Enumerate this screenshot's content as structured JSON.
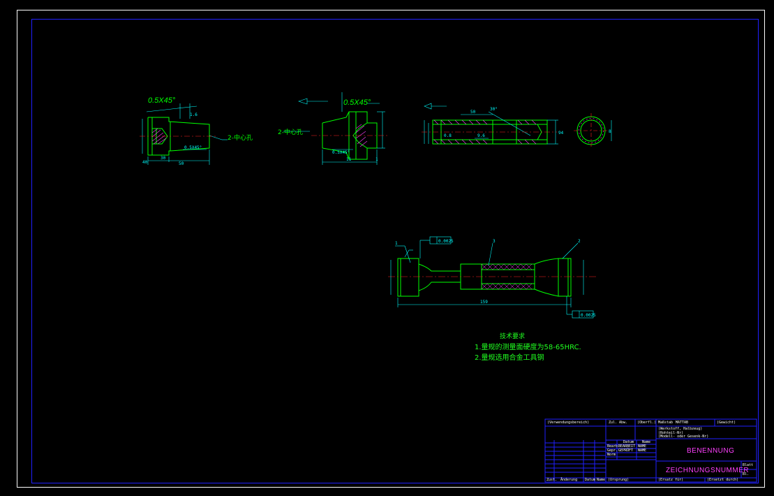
{
  "colors": {
    "background": "#000000",
    "outer_frame": "#ffffff",
    "inner_frame": "#2020ff",
    "geometry": "#00ff00",
    "centerline": "#ff2020",
    "dimension": "#00ffff",
    "hatch": "#ff40ff",
    "titleblock_text": "#ffffff",
    "titleblock_title": "#ff40ff"
  },
  "views": {
    "view1": {
      "chamfer": "0.5X45°",
      "callout": "2-中心孔",
      "dims": [
        "30",
        "50",
        "0.5X45°",
        "1.6",
        "40"
      ]
    },
    "view2": {
      "chamfer": "0.5X45°",
      "callout": "2-中心孔",
      "dims": [
        "0.5X45°",
        "11",
        "1"
      ]
    },
    "view3": {
      "dims": [
        "50",
        "30°",
        "9.6",
        "0.8",
        "94"
      ]
    },
    "view4": {
      "dims": [
        "8"
      ]
    },
    "assembly": {
      "tolerance_top": "0.0025",
      "tolerance_bottom": "0.0025",
      "length": "159",
      "balloons": [
        "1",
        "2",
        "3"
      ]
    }
  },
  "notes": {
    "heading": "技术要求",
    "line1": "1.量规的测量面硬度为58-65HRC.",
    "line2": "2.量规选用合金工具钢"
  },
  "titleblock": {
    "verwendungsbereich": "(Verwendungsbereich)",
    "zul_abw": "Zul. Abw.",
    "oberfl": "(Oberfl.)",
    "massstab": "Maßstab",
    "massstab_value": "MATTAB",
    "gewicht": "(Gewicht)",
    "werkstoff": "(Werkstoff, Halbzeug)",
    "rohteil": "(Rohteil-Nr)",
    "modell": "(Modell- oder Gesenk-Nr)",
    "datum": "Datum",
    "name": "Name",
    "bearb": "Bearb.",
    "bearb_name": "BEARBEIT",
    "bearb_name2": "NAME",
    "gepr": "Gepr.",
    "gepr_name": "GEPRÜFT",
    "gepr_name2": "NAME",
    "norm": "Norm",
    "benennung": "BENENNUNG",
    "zeichnungsnummer": "ZEICHNUNGSNUMMER",
    "blatt": "Blatt",
    "blaetter": "Bl.",
    "zust": "Zust.",
    "aenderung": "Änderung",
    "datum2": "Datum",
    "name2": "Name",
    "ursprung": "(Ursprung)",
    "ersatz_fuer": "(Ersatz für)",
    "ersetzt_durch": "(Ersetzt durch)"
  }
}
